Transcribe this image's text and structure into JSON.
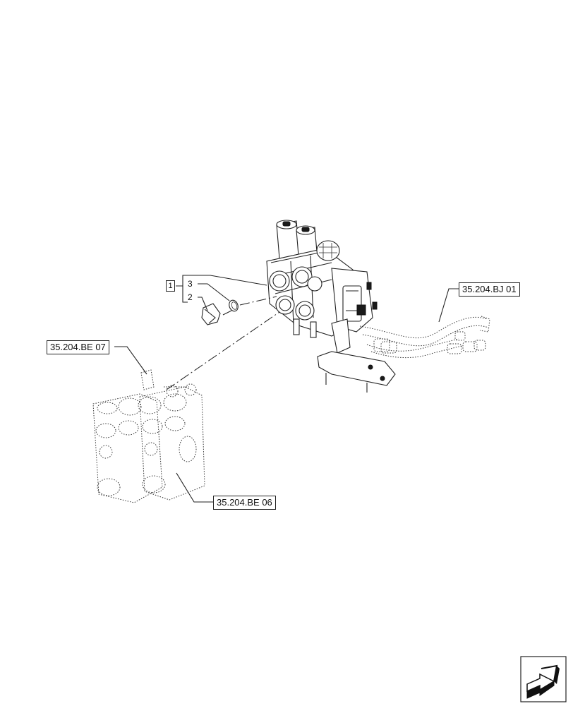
{
  "references": {
    "bj01": "35.204.BJ 01",
    "be07": "35.204.BE 07",
    "be06": "35.204.BE 06"
  },
  "items": {
    "group": "1",
    "plug": "2",
    "ring": "3"
  },
  "icons": {
    "nav": "next-page-arrow-icon"
  }
}
